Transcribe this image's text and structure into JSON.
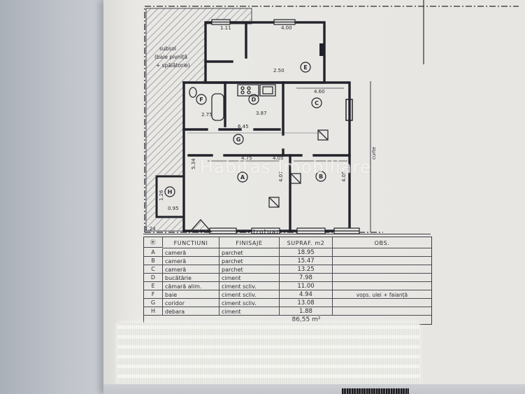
{
  "document": {
    "watermark": "Habitas Imobiliare"
  },
  "plan": {
    "site_note_lines": [
      "subsol",
      "(baie pivniță",
      "+ spălătorie)"
    ],
    "labels": {
      "sidewalk": "trotuar",
      "courtyard": "curte"
    },
    "rooms": [
      {
        "letter": "A"
      },
      {
        "letter": "B"
      },
      {
        "letter": "C"
      },
      {
        "letter": "D"
      },
      {
        "letter": "E"
      },
      {
        "letter": "F"
      },
      {
        "letter": "G"
      },
      {
        "letter": "H"
      }
    ],
    "dims": [
      "1.11",
      "4.00",
      "2.50",
      "2.75",
      "3.87",
      "6.45",
      "4.60",
      "4.75",
      "4.05",
      "4.07",
      "4.05",
      "5.34",
      "1.26",
      "0.95",
      "1.24"
    ]
  },
  "table": {
    "headers": {
      "symbol": "Ⓑ",
      "functions": "FUNCTIUNI",
      "finishes": "FINISAJE",
      "area": "SUPRAF. m2",
      "obs": "OBS."
    },
    "rows": [
      {
        "id": "A",
        "function": "cameră",
        "finish": "parchet",
        "area": "18.95",
        "obs": ""
      },
      {
        "id": "B",
        "function": "cameră",
        "finish": "parchet",
        "area": "15.47",
        "obs": ""
      },
      {
        "id": "C",
        "function": "cameră",
        "finish": "parchet",
        "area": "13.25",
        "obs": ""
      },
      {
        "id": "D",
        "function": "bucătărie",
        "finish": "ciment",
        "area": "7.98",
        "obs": ""
      },
      {
        "id": "E",
        "function": "cămară alim.",
        "finish": "ciment scliv.",
        "area": "11.00",
        "obs": ""
      },
      {
        "id": "F",
        "function": "baie",
        "finish": "ciment scliv.",
        "area": "4.94",
        "obs": "vops. ulei + faianță"
      },
      {
        "id": "G",
        "function": "coridor",
        "finish": "ciment scliv.",
        "area": "13.08",
        "obs": ""
      },
      {
        "id": "H",
        "function": "debara",
        "finish": "ciment",
        "area": "1.88",
        "obs": ""
      }
    ],
    "total_area": "86,55 m²"
  },
  "colors": {
    "paper": "#e7e6e2",
    "margin": "#bfc3ca",
    "ink": "#2c2c34"
  }
}
